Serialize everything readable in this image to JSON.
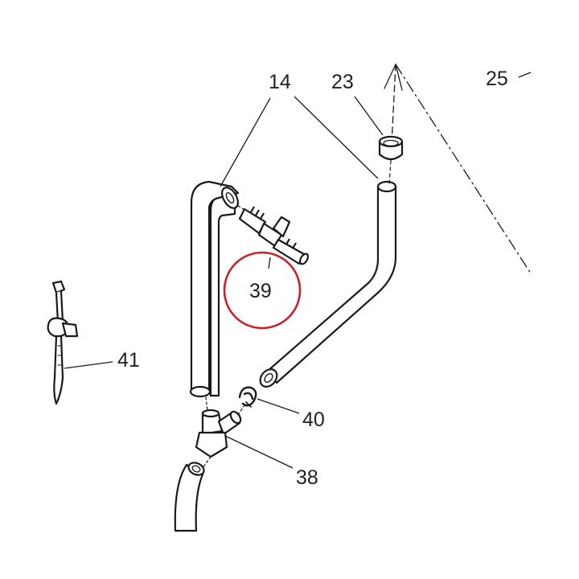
{
  "parts": [
    {
      "id": "14",
      "label": "14"
    },
    {
      "id": "23",
      "label": "23"
    },
    {
      "id": "25",
      "label": "25"
    },
    {
      "id": "39",
      "label": "39"
    },
    {
      "id": "41",
      "label": "41"
    },
    {
      "id": "40",
      "label": "40"
    },
    {
      "id": "38",
      "label": "38"
    }
  ],
  "highlight": {
    "part": "39",
    "color": "#cc1f2a"
  },
  "line_color": "#1a1a1a"
}
